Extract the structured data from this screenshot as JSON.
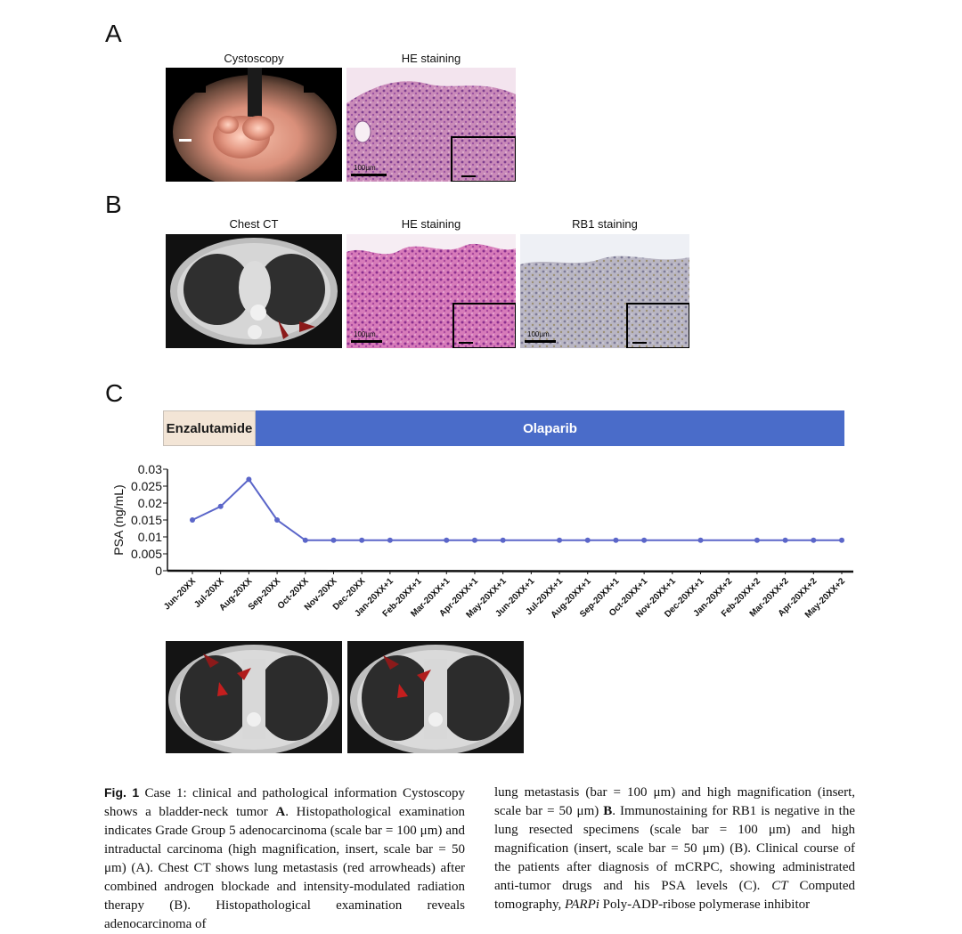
{
  "panels": {
    "A": {
      "letter": "A",
      "images": [
        {
          "title": "Cystoscopy"
        },
        {
          "title": "HE staining",
          "scale_text": "100μm"
        }
      ]
    },
    "B": {
      "letter": "B",
      "images": [
        {
          "title": "Chest CT"
        },
        {
          "title": "HE staining",
          "scale_text": "100μm"
        },
        {
          "title": "RB1 staining",
          "scale_text": "100μm"
        }
      ]
    },
    "C": {
      "letter": "C",
      "treatments": [
        {
          "label": "Enzalutamide",
          "color": "#f3e5d6"
        },
        {
          "label": "Olaparib",
          "color": "#4a6cc9"
        }
      ]
    }
  },
  "chart_data": {
    "type": "line",
    "ylabel": "PSA (ng/mL)",
    "ylim": [
      0,
      0.03
    ],
    "yticks": [
      "0",
      "0.005",
      "0.01",
      "0.015",
      "0.02",
      "0.025",
      "0.03"
    ],
    "categories": [
      "Jun-20XX",
      "Jul-20XX",
      "Aug-20XX",
      "Sep-20XX",
      "Oct-20XX",
      "Nov-20XX",
      "Dec-20XX",
      "Jan-20XX+1",
      "Feb-20XX+1",
      "Mar-20XX+1",
      "Apr-20XX+1",
      "May-20XX+1",
      "Jun-20XX+1",
      "Jul-20XX+1",
      "Aug-20XX+1",
      "Sep-20XX+1",
      "Oct-20XX+1",
      "Nov-20XX+1",
      "Dec-20XX+1",
      "Jan-20XX+2",
      "Feb-20XX+2",
      "Mar-20XX+2",
      "Apr-20XX+2",
      "May-20XX+2"
    ],
    "values": [
      0.015,
      0.019,
      0.027,
      0.015,
      0.009,
      0.009,
      0.009,
      0.009,
      null,
      0.009,
      0.009,
      0.009,
      null,
      0.009,
      0.009,
      0.009,
      0.009,
      null,
      0.009,
      null,
      0.009,
      0.009,
      0.009,
      0.009
    ],
    "line_color": "#5b66c9",
    "grid": false
  },
  "caption": {
    "fig_label": "Fig. 1",
    "left_html": "Case 1: clinical and pathological information Cystoscopy shows a bladder-neck tumor <b>A</b>. Histopathological examination indicates Grade Group 5 adenocarcinoma (scale bar = 100 μm) and intraductal carcinoma (high magnification, insert, scale bar = 50 μm) (A). Chest CT shows lung metastasis (red arrowheads) after combined androgen blockade and intensity-modulated radiation therapy (B). Histopathological examination reveals adenocarcinoma of",
    "right_html": "lung metastasis (bar = 100 μm) and high magnification (insert, scale bar = 50 μm) <b>B</b>. Immunostaining for RB1 is negative in the lung resected specimens (scale bar = 100 μm) and high magnification (insert, scale bar = 50 μm) (B). Clinical course of the patients after diagnosis of mCRPC, showing administrated anti-tumor drugs and his PSA levels (C). <i>CT</i> Computed tomography, <i>PARPi</i> Poly-ADP-ribose polymerase inhibitor"
  }
}
